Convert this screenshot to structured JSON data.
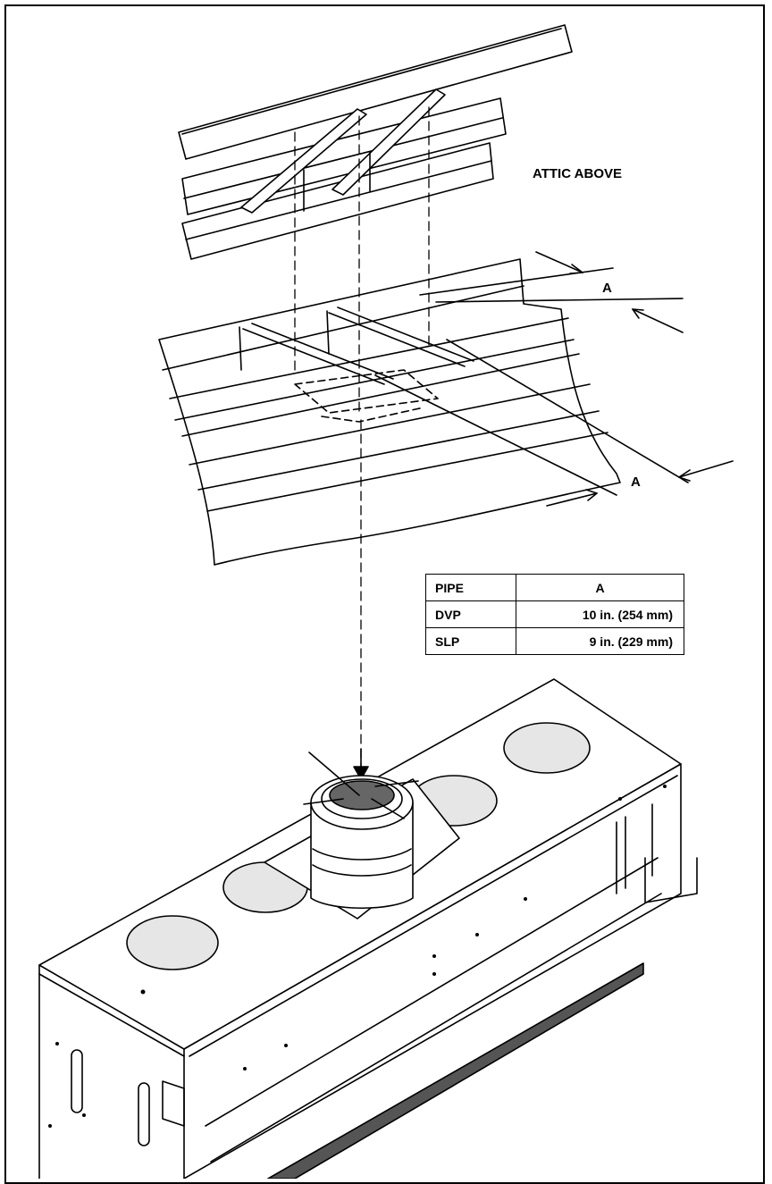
{
  "labels": {
    "attic": "ATTIC ABOVE",
    "a_top": "A",
    "a_bottom": "A"
  },
  "table": {
    "header": [
      "PIPE",
      "A"
    ],
    "rows": [
      [
        "DVP",
        "10 in. (254 mm)"
      ],
      [
        "SLP",
        "9 in. (229 mm)"
      ]
    ]
  },
  "icons": [
    "ceiling-joists",
    "attic-truss",
    "vent-pipe",
    "fireplace-unit"
  ],
  "colors": {
    "line": "#000000",
    "fill_grey": "#e6e6e6",
    "background": "#ffffff"
  }
}
